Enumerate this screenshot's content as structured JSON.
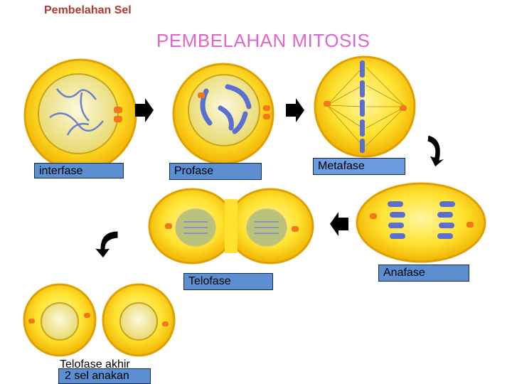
{
  "header": "Pembelahan Sel",
  "title": "PEMBELAHAN MITOSIS",
  "stages": {
    "interfase": "interfase",
    "profase": "Profase",
    "metafase": "Metafase",
    "anafase": "Anafase",
    "telofase": "Telofase",
    "telofase_akhir": "Telofase akhir",
    "sel_anakan": "2 sel anakan"
  },
  "colors": {
    "cell_outer": "#f5c400",
    "cell_inner": "#ffe24a",
    "nucleus": "#f3eeb0",
    "chromosome": "#5a6fd0",
    "arrow": "#000000",
    "label_bg": "#5b8fd1"
  }
}
